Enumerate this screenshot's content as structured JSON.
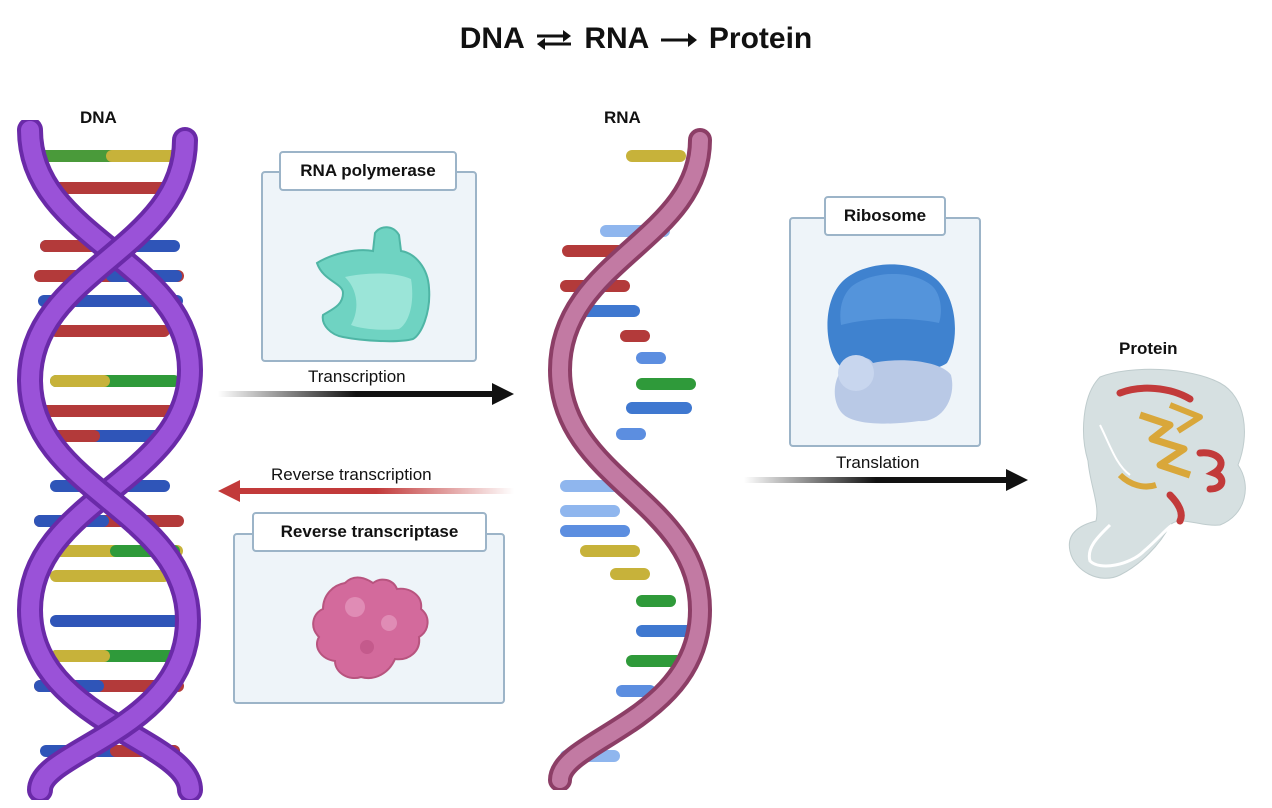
{
  "title": {
    "part1": "DNA",
    "part2": "RNA",
    "part3": "Protein"
  },
  "labels": {
    "dna": "DNA",
    "rna": "RNA",
    "protein": "Protein"
  },
  "boxes": {
    "rna_polymerase": "RNA polymerase",
    "ribosome": "Ribosome",
    "reverse_transcriptase": "Reverse transcriptase"
  },
  "arrows": {
    "transcription": "Transcription",
    "reverse_transcription": "Reverse transcription",
    "translation": "Translation"
  },
  "colors": {
    "dna_backbone": "#8a3fc7",
    "rna_backbone": "#b8628f",
    "rna_polymerase": "#6fd3c2",
    "ribosome_large": "#3f82cf",
    "ribosome_small": "#b9c9e6",
    "reverse_transcriptase": "#d36a9c",
    "reverse_arrow": "#c23a3a",
    "box_border": "#9cb4c8",
    "box_fill": "#eef4f9"
  }
}
